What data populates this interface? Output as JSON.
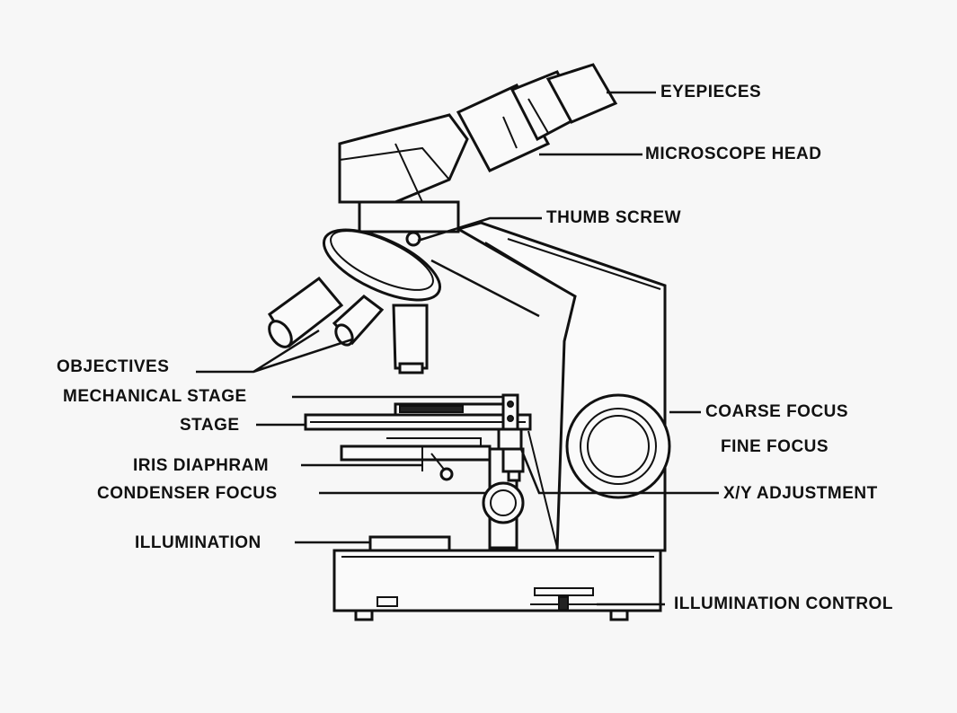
{
  "labels": {
    "eyepieces": "EYEPIECES",
    "microscope_head": "MICROSCOPE HEAD",
    "thumb_screw": "THUMB SCREW",
    "objectives": "OBJECTIVES",
    "mechanical_stage": "MECHANICAL STAGE",
    "stage": "STAGE",
    "iris_diaphram": "IRIS DIAPHRAM",
    "condenser_focus": "CONDENSER FOCUS",
    "illumination": "ILLUMINATION",
    "coarse_focus": "COARSE FOCUS",
    "fine_focus": "FINE FOCUS",
    "xy_adjustment": "X/Y ADJUSTMENT",
    "illumination_control": "ILLUMINATION CONTROL"
  }
}
